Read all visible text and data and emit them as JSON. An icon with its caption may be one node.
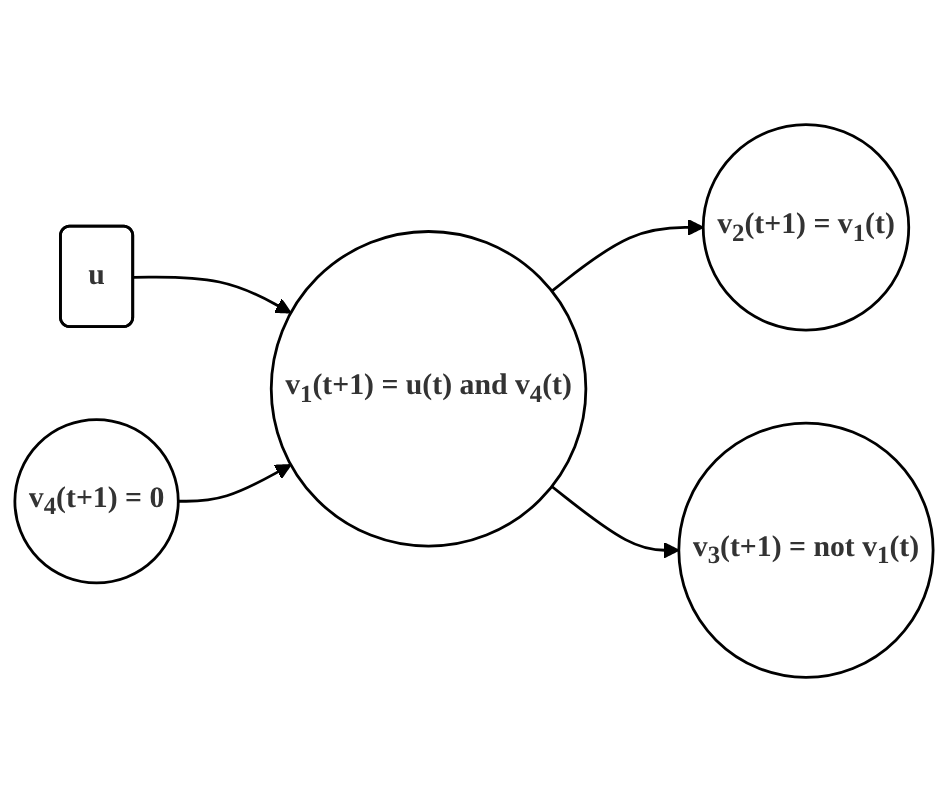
{
  "diagram": {
    "nodes": [
      {
        "text": [
          "u"
        ]
      },
      {
        "text": [
          "v$_{1}$(t+1) = u(t) and v$_{4}$(t)"
        ]
      },
      {
        "text": [
          "v$_{2}$(t+1) = v$_{1}$(t)"
        ]
      },
      {
        "text": [
          "v$_{3}$(t+1) = not v$_{1}$(t)"
        ]
      },
      {
        "text": [
          "v$_{4}$(t+1) = 0"
        ]
      }
    ],
    "edges": [
      {
        "from": 0,
        "to": 1,
        "arrow": "to"
      },
      {
        "from": 1,
        "to": 2,
        "arrow": "to"
      },
      {
        "from": 1,
        "to": 3,
        "arrow": "to"
      },
      {
        "from": 4,
        "to": 1,
        "arrow": "to"
      }
    ]
  }
}
